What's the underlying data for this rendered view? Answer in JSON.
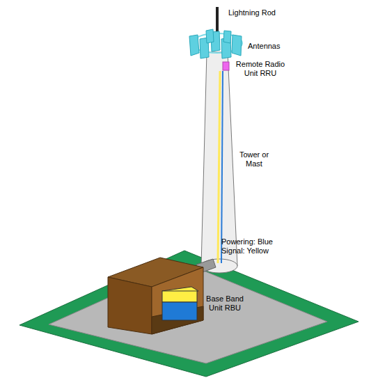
{
  "diagram": {
    "labels": [
      "Lightning Rod",
      "Antennas",
      "Remote Radio Unit RRU",
      "Tower or Mast",
      "Powering: Blue",
      "Signal: Yellow",
      "Base Band Unit RBU"
    ]
  }
}
